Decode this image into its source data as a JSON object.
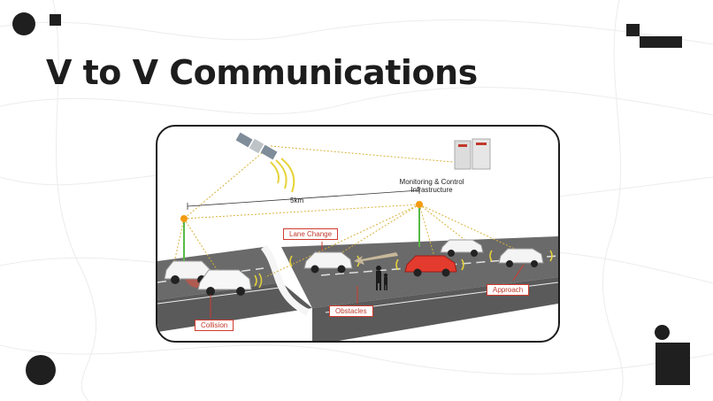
{
  "slide": {
    "title": "V to V Communications"
  },
  "diagram": {
    "distance_label": "5km",
    "infrastructure_label_line1": "Monitoring & Control",
    "infrastructure_label_line2": "Infrastructure",
    "tags": {
      "lane_change": "Lane Change",
      "collision": "Collision",
      "obstacles": "Obstacles",
      "approach": "Approach"
    }
  },
  "colors": {
    "accent": "#d23a2e",
    "dark": "#1f1f1f",
    "signal": "#e8c83a",
    "road": "#6d6d6d"
  }
}
